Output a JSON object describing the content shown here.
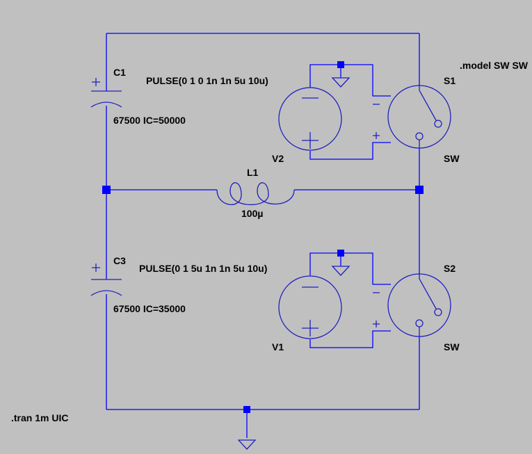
{
  "components": {
    "c1": {
      "name": "C1",
      "value": "67500 IC=50000"
    },
    "c3": {
      "name": "C3",
      "value": "67500 IC=35000"
    },
    "l1": {
      "name": "L1",
      "value": "100µ"
    },
    "v2": {
      "name": "V2",
      "value": "PULSE(0 1 0 1n 1n 5u 10u)"
    },
    "v1": {
      "name": "V1",
      "value": "PULSE(0 1 5u 1n 1n 5u 10u)"
    },
    "s1": {
      "name": "S1",
      "model": "SW"
    },
    "s2": {
      "name": "S2",
      "model": "SW"
    }
  },
  "directives": {
    "model": ".model SW SW",
    "tran": ".tran 1m UIC"
  },
  "colors": {
    "background": "#c0c0c0",
    "wire": "#0000ff",
    "symbol": "#1f1fc0",
    "text": "#000000"
  }
}
